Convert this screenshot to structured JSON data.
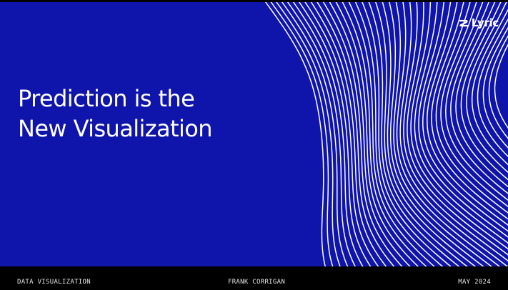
{
  "slide": {
    "background_color": "#0f14aa",
    "line_color": "#ffffff",
    "title_lines": [
      "Prediction is the",
      "New Visualization"
    ],
    "logo": {
      "icon": "lyric-logo-icon",
      "text": "Lyric"
    },
    "decoration": "flowing-lines-pattern"
  },
  "footer": {
    "left": "DATA VISUALIZATION",
    "center": "FRANK CORRIGAN",
    "right": "MAY 2024"
  }
}
